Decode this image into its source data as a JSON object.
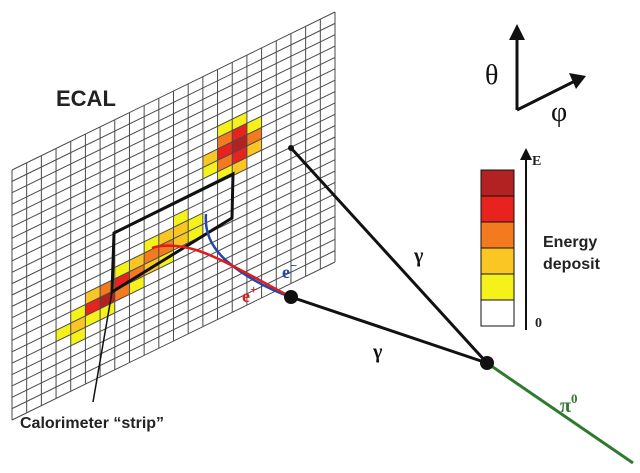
{
  "labels": {
    "ecal": "ECAL",
    "strip": "Calorimeter “strip”",
    "energy_line1": "Energy",
    "energy_line2": "deposit",
    "scale_top": "E",
    "scale_bottom": "0",
    "axis_theta": "θ",
    "axis_phi": "φ",
    "gamma_upper": "γ",
    "gamma_lower": "γ",
    "electron": "e",
    "electron_charge": "−",
    "positron": "e",
    "positron_charge": "+",
    "pion": "π",
    "pion_charge": "0"
  },
  "colors": {
    "energy_scale_high_to_low": [
      "#b22222",
      "#e8231f",
      "#f47a20",
      "#f9c623",
      "#f4f21a",
      "#ffffff"
    ],
    "grid_line": "#4a4a4a",
    "photon_track": "#111111",
    "electron_track": "#2446a8",
    "positron_track": "#e01b1b",
    "pion_track": "#2f7a2f",
    "electron_label": "#2446a8",
    "positron_label": "#e01b1b",
    "pion_label": "#2f7a2f",
    "text": "#222222"
  },
  "ecal_grid": {
    "columns": 22,
    "rows": 22,
    "energy_cells": [
      {
        "col": 14,
        "row": 5,
        "level": 4
      },
      {
        "col": 15,
        "row": 5,
        "level": 4
      },
      {
        "col": 14,
        "row": 6,
        "level": 2
      },
      {
        "col": 15,
        "row": 6,
        "level": 1
      },
      {
        "col": 16,
        "row": 6,
        "level": 4
      },
      {
        "col": 13,
        "row": 7,
        "level": 3
      },
      {
        "col": 14,
        "row": 7,
        "level": 1
      },
      {
        "col": 15,
        "row": 7,
        "level": 0
      },
      {
        "col": 16,
        "row": 7,
        "level": 2
      },
      {
        "col": 13,
        "row": 8,
        "level": 4
      },
      {
        "col": 14,
        "row": 8,
        "level": 2
      },
      {
        "col": 15,
        "row": 8,
        "level": 1
      },
      {
        "col": 16,
        "row": 8,
        "level": 3
      },
      {
        "col": 14,
        "row": 9,
        "level": 4
      },
      {
        "col": 15,
        "row": 9,
        "level": 3
      },
      {
        "col": 11,
        "row": 11,
        "level": 4
      },
      {
        "col": 9,
        "row": 12,
        "level": 4
      },
      {
        "col": 10,
        "row": 12,
        "level": 3
      },
      {
        "col": 11,
        "row": 12,
        "level": 3
      },
      {
        "col": 12,
        "row": 12,
        "level": 4
      },
      {
        "col": 7,
        "row": 13,
        "level": 4
      },
      {
        "col": 8,
        "row": 13,
        "level": 3
      },
      {
        "col": 9,
        "row": 13,
        "level": 2
      },
      {
        "col": 10,
        "row": 13,
        "level": 2
      },
      {
        "col": 11,
        "row": 13,
        "level": 3
      },
      {
        "col": 12,
        "row": 13,
        "level": 4
      },
      {
        "col": 5,
        "row": 14,
        "level": 3
      },
      {
        "col": 6,
        "row": 14,
        "level": 2
      },
      {
        "col": 7,
        "row": 14,
        "level": 1
      },
      {
        "col": 8,
        "row": 14,
        "level": 2
      },
      {
        "col": 9,
        "row": 14,
        "level": 3
      },
      {
        "col": 10,
        "row": 14,
        "level": 4
      },
      {
        "col": 4,
        "row": 15,
        "level": 4
      },
      {
        "col": 5,
        "row": 15,
        "level": 1
      },
      {
        "col": 6,
        "row": 15,
        "level": 0
      },
      {
        "col": 7,
        "row": 15,
        "level": 2
      },
      {
        "col": 8,
        "row": 15,
        "level": 4
      },
      {
        "col": 3,
        "row": 16,
        "level": 4
      },
      {
        "col": 4,
        "row": 16,
        "level": 3
      },
      {
        "col": 5,
        "row": 16,
        "level": 4
      },
      {
        "col": 6,
        "row": 16,
        "level": 4
      },
      {
        "col": 4,
        "row": 17,
        "level": 4
      }
    ]
  }
}
